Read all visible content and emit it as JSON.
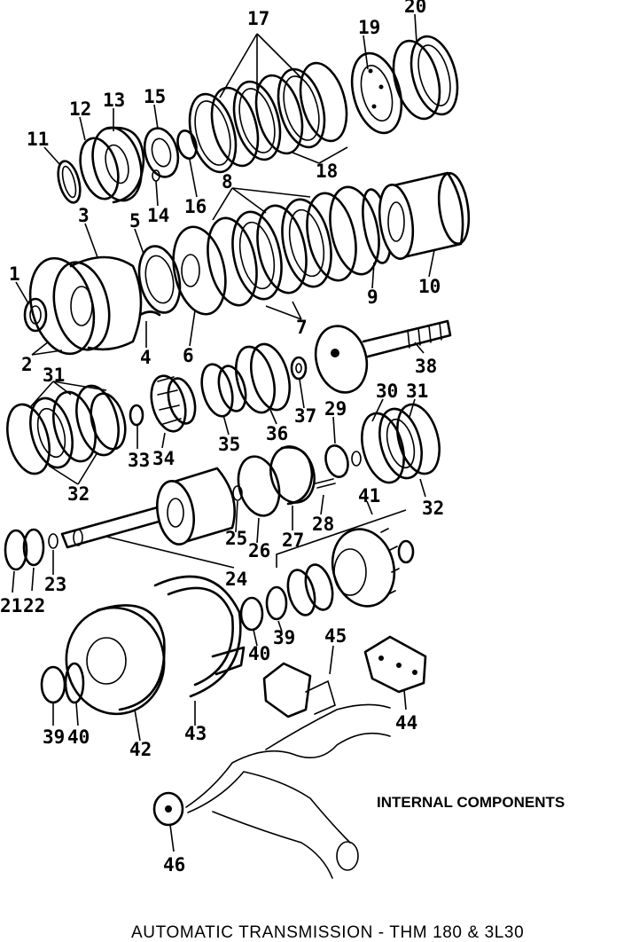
{
  "caption": "INTERNAL COMPONENTS",
  "title": "AUTOMATIC TRANSMISSION - THM 180 & 3L30",
  "callouts": [
    {
      "id": "c1",
      "text": "1"
    },
    {
      "id": "c2",
      "text": "2"
    },
    {
      "id": "c3",
      "text": "3"
    },
    {
      "id": "c4",
      "text": "4"
    },
    {
      "id": "c5",
      "text": "5"
    },
    {
      "id": "c6",
      "text": "6"
    },
    {
      "id": "c7",
      "text": "7"
    },
    {
      "id": "c8",
      "text": "8"
    },
    {
      "id": "c9",
      "text": "9"
    },
    {
      "id": "c10",
      "text": "10"
    },
    {
      "id": "c11",
      "text": "11"
    },
    {
      "id": "c12",
      "text": "12"
    },
    {
      "id": "c13",
      "text": "13"
    },
    {
      "id": "c14",
      "text": "14"
    },
    {
      "id": "c15",
      "text": "15"
    },
    {
      "id": "c16",
      "text": "16"
    },
    {
      "id": "c17",
      "text": "17"
    },
    {
      "id": "c18",
      "text": "18"
    },
    {
      "id": "c19",
      "text": "19"
    },
    {
      "id": "c20",
      "text": "20"
    },
    {
      "id": "c21",
      "text": "21"
    },
    {
      "id": "c22",
      "text": "22"
    },
    {
      "id": "c23",
      "text": "23"
    },
    {
      "id": "c24",
      "text": "24"
    },
    {
      "id": "c25",
      "text": "25"
    },
    {
      "id": "c26",
      "text": "26"
    },
    {
      "id": "c27",
      "text": "27"
    },
    {
      "id": "c28",
      "text": "28"
    },
    {
      "id": "c29",
      "text": "29"
    },
    {
      "id": "c30",
      "text": "30"
    },
    {
      "id": "c31a",
      "text": "31"
    },
    {
      "id": "c31b",
      "text": "31"
    },
    {
      "id": "c32a",
      "text": "32"
    },
    {
      "id": "c32b",
      "text": "32"
    },
    {
      "id": "c33",
      "text": "33"
    },
    {
      "id": "c34",
      "text": "34"
    },
    {
      "id": "c35",
      "text": "35"
    },
    {
      "id": "c36",
      "text": "36"
    },
    {
      "id": "c37",
      "text": "37"
    },
    {
      "id": "c38",
      "text": "38"
    },
    {
      "id": "c39a",
      "text": "39"
    },
    {
      "id": "c39b",
      "text": "39"
    },
    {
      "id": "c40a",
      "text": "40"
    },
    {
      "id": "c40b",
      "text": "40"
    },
    {
      "id": "c41",
      "text": "41"
    },
    {
      "id": "c42",
      "text": "42"
    },
    {
      "id": "c43",
      "text": "43"
    },
    {
      "id": "c44",
      "text": "44"
    },
    {
      "id": "c45",
      "text": "45"
    },
    {
      "id": "c46",
      "text": "46"
    }
  ]
}
